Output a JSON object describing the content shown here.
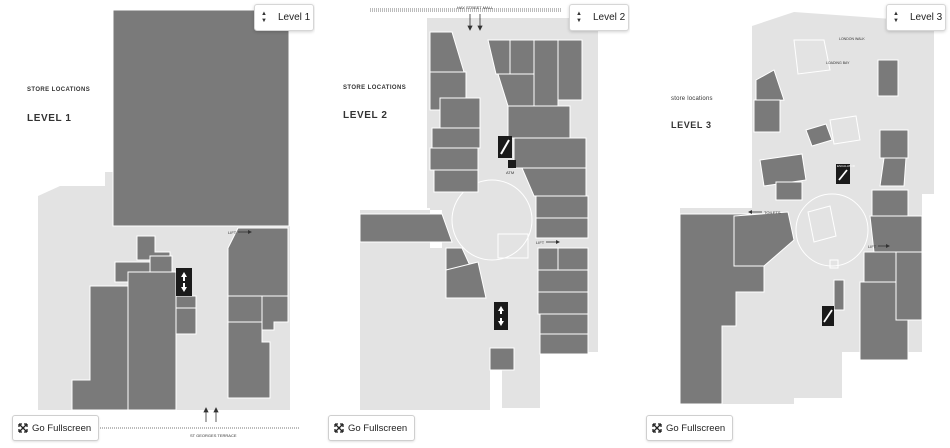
{
  "levels": [
    {
      "selector_label": "Level 1",
      "store_locations": "STORE LOCATIONS",
      "level_title": "LEVEL 1",
      "labels": {
        "lift": "LIFT",
        "street": "ST GEORGES TERRACE"
      },
      "fullscreen_label": "Go Fullscreen"
    },
    {
      "selector_label": "Level 2",
      "store_locations": "STORE LOCATIONS",
      "level_title": "LEVEL 2",
      "labels": {
        "lift": "LIFT",
        "street": "HAY STREET MALL",
        "atm": "ATM"
      },
      "fullscreen_label": "Go Fullscreen"
    },
    {
      "selector_label": "Level 3",
      "store_locations": "store locations",
      "level_title": "LEVEL 3",
      "labels": {
        "lift": "LIFT",
        "toilets": "TOILETS",
        "escalator": "ESCALATOR",
        "top1": "LONDON WALK",
        "top2": "LOADING BAY"
      },
      "fullscreen_label": "Go Fullscreen"
    }
  ],
  "icons": {
    "escalator": "escalator-icon",
    "fullscreen": "expand-arrows-icon",
    "updown": "up-down-arrows-icon"
  },
  "colors": {
    "store": "#7a7a7a",
    "floor": "#e3e3e3",
    "outline": "#ffffff",
    "icon_bg": "#1a1a1a"
  }
}
